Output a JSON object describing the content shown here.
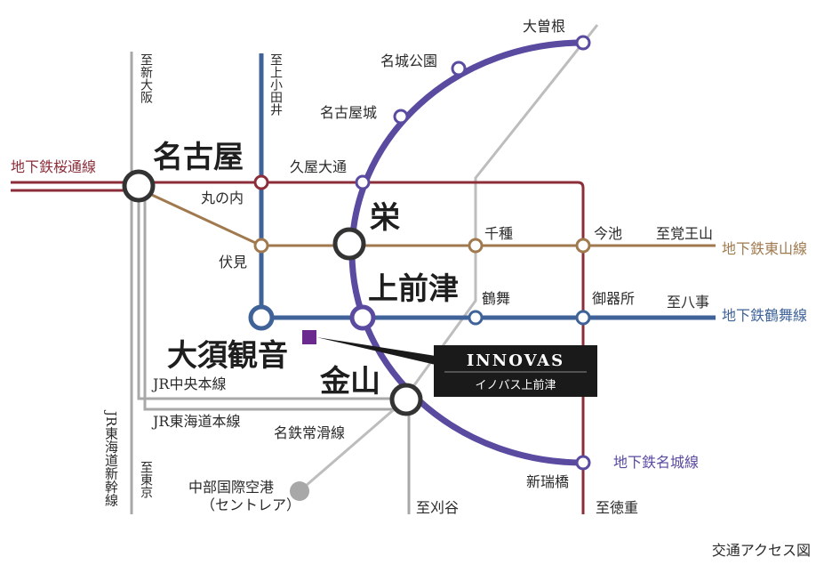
{
  "colors": {
    "sakuradori": "#8c2e3a",
    "higashiyama": "#a07a4e",
    "tsurumai": "#3f6398",
    "meijo": "#5a4aa0",
    "jr": "#a8a8a8",
    "meitetsu": "#b8b8b8",
    "innovas_bg": "#1a1a1a"
  },
  "line_labels": {
    "sakuradori": "地下鉄桜通線",
    "higashiyama": "地下鉄東山線",
    "tsurumai": "地下鉄鶴舞線",
    "meijo": "地下鉄名城線"
  },
  "stations": {
    "nagoya": "名古屋",
    "sakae": "栄",
    "kamimaezu": "上前津",
    "osu_kannon": "大須観音",
    "kanayama": "金山",
    "ozone": "大曽根",
    "meijo_koen": "名城公園",
    "nagoyajo": "名古屋城",
    "hisaya_odori": "久屋大通",
    "marunouchi": "丸の内",
    "fushimi": "伏見",
    "chikusa": "千種",
    "imaike": "今池",
    "tsurumai": "鶴舞",
    "gokiso": "御器所",
    "aratamabashi": "新瑞橋"
  },
  "directions": {
    "shin_osaka": "至新大阪",
    "kami_otai": "至上小田井",
    "kakuozan": "至覚王山",
    "yagoto": "至八事",
    "higashi_kyo": "至東京",
    "kariya": "至刈谷",
    "tokushige": "至徳重"
  },
  "rail_labels": {
    "jr_chuo": "JR中央本線",
    "jr_tokaido": "JR東海道本線",
    "meitetsu_tokoname": "名鉄常滑線",
    "jr_shinkansen": "JR東海道新幹線"
  },
  "airport": {
    "name": "中部国際空港",
    "sub": "（セントレア）"
  },
  "innovas": {
    "title": "INNOVAS",
    "subtitle": "イノバス上前津"
  },
  "footer": "交通アクセス図"
}
